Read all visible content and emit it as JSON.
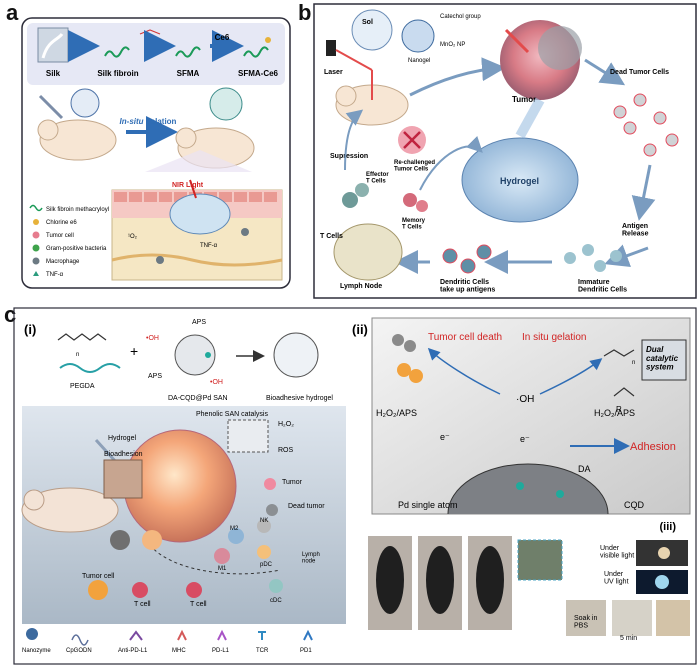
{
  "panels": {
    "a": {
      "letter": "a",
      "steps": [
        "Silk",
        "Silk fibroin",
        "SFMA",
        "SFMA-Ce6"
      ],
      "reagent": "Ce6",
      "insitu_italic": "In-situ",
      "insitu_rest": " gelation",
      "nir": "NIR Light",
      "tnf": "TNF-α",
      "ros": "¹O₂",
      "legend": [
        "Silk fibroin methacryloyl",
        "Chlorine e6",
        "Tumor cell",
        "Gram-positive bacteria",
        "Macrophage",
        "TNF-α"
      ]
    },
    "b": {
      "letter": "b",
      "laser": "Laser",
      "sol": "Sol",
      "catechol": "Catechol group",
      "mno2": "MnO₂ NP",
      "nanogel": "Nanogel",
      "tumor": "Tumor",
      "dead_cells": "Dead Tumor Cells",
      "supression": "Supression",
      "rechallenged": "Re-challenged\nTumor Cells",
      "effector": "Effector\nT Cells",
      "memory": "Memory\nT Cells",
      "hydrogel": "Hydrogel",
      "antigen": "Antigen\nRelease",
      "tcells": "T Cells",
      "lymph": "Lymph Node",
      "dendritic": "Dendritic Cells\ntake up antigens",
      "immature": "Immature\nDendritic Cells"
    },
    "c": {
      "letter": "c",
      "sub_i": "(i)",
      "sub_ii": "(ii)",
      "sub_iii": "(iii)",
      "pegda": "PEGDA",
      "pegda_n": "n",
      "plus": "+",
      "oh_left": "•OH",
      "aps_top": "APS",
      "aps_left": "APS",
      "oh_right": "•OH",
      "dacqd": "DA-CQD@Pd SAN",
      "bioadhesive_hydrogel": "Bioadhesive hydrogel",
      "phenolic": "Phenolic SAN catalysis",
      "hydrogel": "Hydrogel",
      "bioadhesion": "Bioadhesion",
      "h2o2": "H₂O₂",
      "ros": "ROS",
      "tumor": "Tumor",
      "dead_tumor": "Dead tumor",
      "m2": "M2",
      "m1": "M1",
      "nk": "NK",
      "pdc": "pDC",
      "cdc": "cDC",
      "lymph_node": "Lymph\nnode",
      "tumor_cell": "Tumor cell",
      "tcell1": "T cell",
      "tcell2": "T cell",
      "legend": [
        "Nanozyme",
        "CpGODN",
        "Anti-PD-L1",
        "MHC",
        "PD-L1",
        "TCR",
        "PD1"
      ],
      "ii": {
        "tumor_death": "Tumor cell death",
        "insitu": "In situ gelation",
        "dual": "Dual\ncatalytic\nsystem",
        "oh": "·OH",
        "h2o2_left": "H₂O₂/APS",
        "h2o2_right": "H₂O₂/APS",
        "e1": "e⁻",
        "e2": "e⁻",
        "adhesion": "Adhesion",
        "da": "DA",
        "pd": "Pd single atom",
        "cqd": "CQD",
        "n": "n",
        "r": "R"
      },
      "iii": {
        "visible": "Under\nvisible light",
        "uv": "Under\nUV light",
        "soak": "Soak in\nPBS",
        "time": "5 min"
      }
    }
  }
}
